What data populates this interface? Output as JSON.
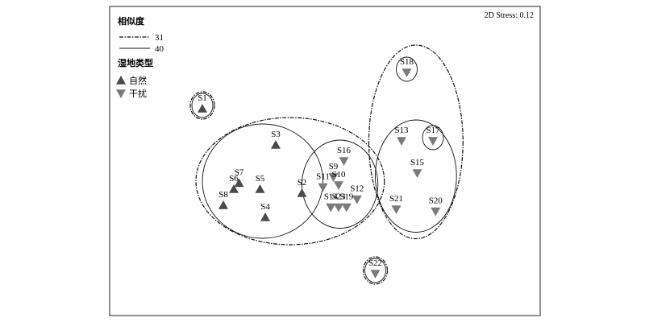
{
  "chart_data": {
    "type": "scatter",
    "stress_label": "2D Stress: 0.12",
    "legend": {
      "similarity_title": "相似度",
      "similarity_levels": [
        {
          "label": "31",
          "style": "dash-dot"
        },
        {
          "label": "40",
          "style": "solid"
        }
      ],
      "type_title": "湿地类型",
      "types": [
        {
          "key": "natural",
          "label": "自然",
          "marker": "triangle-up",
          "color": "#4a4a4a"
        },
        {
          "key": "disturbed",
          "label": "干扰",
          "marker": "triangle-down",
          "color": "#7a7a7a"
        }
      ]
    },
    "points": [
      {
        "label": "S1",
        "type": "natural",
        "x": -2.4,
        "y": 1.8
      },
      {
        "label": "S2",
        "type": "natural",
        "x": -0.5,
        "y": -0.3
      },
      {
        "label": "S3",
        "type": "natural",
        "x": -1.0,
        "y": 0.9
      },
      {
        "label": "S4",
        "type": "natural",
        "x": -1.2,
        "y": -0.9
      },
      {
        "label": "S5",
        "type": "natural",
        "x": -1.3,
        "y": -0.2
      },
      {
        "label": "S6",
        "type": "natural",
        "x": -1.8,
        "y": -0.2
      },
      {
        "label": "S7",
        "type": "natural",
        "x": -1.7,
        "y": -0.05
      },
      {
        "label": "S8",
        "type": "natural",
        "x": -2.0,
        "y": -0.6
      },
      {
        "label": "S9",
        "type": "disturbed",
        "x": 0.1,
        "y": 0.1
      },
      {
        "label": "S10",
        "type": "disturbed",
        "x": 0.2,
        "y": -0.1
      },
      {
        "label": "S11",
        "type": "disturbed",
        "x": -0.1,
        "y": -0.15
      },
      {
        "label": "S12",
        "type": "disturbed",
        "x": 0.55,
        "y": -0.45
      },
      {
        "label": "S13",
        "type": "disturbed",
        "x": 1.4,
        "y": 1.0
      },
      {
        "label": "S14",
        "type": "disturbed",
        "x": 0.05,
        "y": -0.65
      },
      {
        "label": "S15",
        "type": "disturbed",
        "x": 1.7,
        "y": 0.2
      },
      {
        "label": "S16",
        "type": "disturbed",
        "x": 0.3,
        "y": 0.5
      },
      {
        "label": "S17",
        "type": "disturbed",
        "x": 2.0,
        "y": 1.0
      },
      {
        "label": "S18",
        "type": "disturbed",
        "x": 1.5,
        "y": 2.7
      },
      {
        "label": "S19",
        "type": "disturbed",
        "x": 0.35,
        "y": -0.65
      },
      {
        "label": "S20",
        "type": "disturbed",
        "x": 2.05,
        "y": -0.75
      },
      {
        "label": "S21",
        "type": "disturbed",
        "x": 1.3,
        "y": -0.7
      },
      {
        "label": "S22",
        "type": "disturbed",
        "x": 0.9,
        "y": -2.3
      },
      {
        "label": "S23",
        "type": "disturbed",
        "x": 0.2,
        "y": -0.65
      }
    ],
    "groups": [
      {
        "similarity": "31",
        "members": [
          "S1"
        ]
      },
      {
        "similarity": "31",
        "members": [
          "S2",
          "S3",
          "S4",
          "S5",
          "S6",
          "S7",
          "S8",
          "S9",
          "S10",
          "S11",
          "S12",
          "S14",
          "S16",
          "S19",
          "S23"
        ]
      },
      {
        "similarity": "31",
        "members": [
          "S13",
          "S15",
          "S17",
          "S18",
          "S20",
          "S21"
        ]
      },
      {
        "similarity": "31",
        "members": [
          "S22"
        ]
      },
      {
        "similarity": "40",
        "members": [
          "S1"
        ]
      },
      {
        "similarity": "40",
        "members": [
          "S2",
          "S3",
          "S4",
          "S5",
          "S6",
          "S7",
          "S8"
        ]
      },
      {
        "similarity": "40",
        "members": [
          "S9",
          "S10",
          "S11",
          "S12",
          "S14",
          "S16",
          "S19",
          "S23"
        ]
      },
      {
        "similarity": "40",
        "members": [
          "S13",
          "S15",
          "S20",
          "S21"
        ]
      },
      {
        "similarity": "40",
        "members": [
          "S17"
        ]
      },
      {
        "similarity": "40",
        "members": [
          "S18"
        ]
      },
      {
        "similarity": "40",
        "members": [
          "S22"
        ]
      }
    ]
  }
}
